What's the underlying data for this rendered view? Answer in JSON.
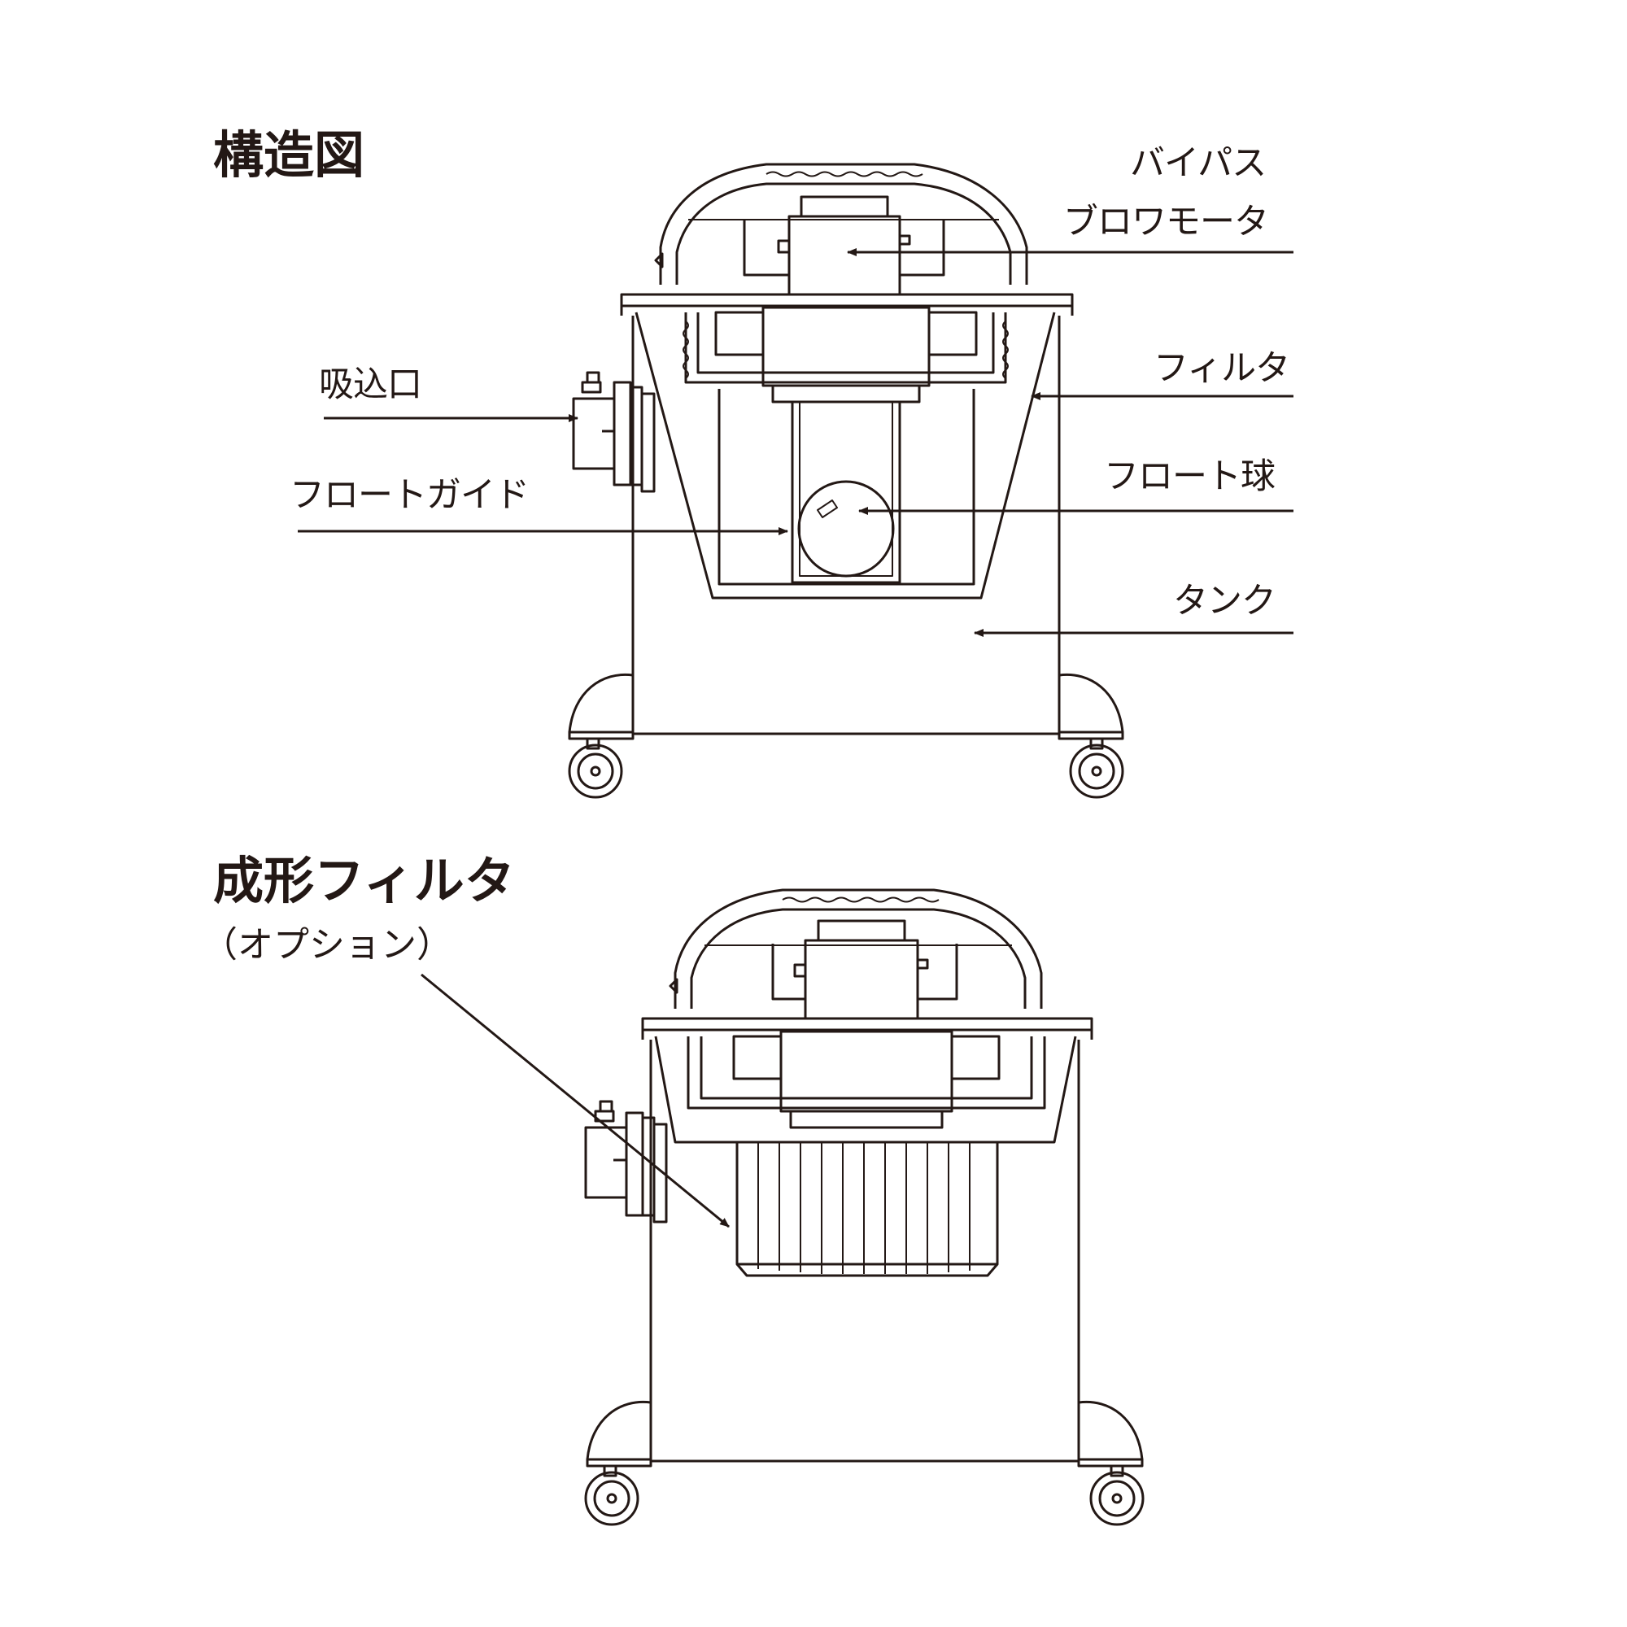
{
  "section1": {
    "title": "構造図",
    "labels": {
      "bypass": "バイパス",
      "blower_motor": "ブロワモータ",
      "filter": "フィルタ",
      "float_ball": "フロート球",
      "tank": "タンク",
      "inlet": "吸込口",
      "float_guide": "フロートガイド"
    }
  },
  "section2": {
    "title": "成形フィルタ",
    "subtitle": "（オプション）"
  },
  "colors": {
    "line": "#231815",
    "background": "#ffffff"
  }
}
